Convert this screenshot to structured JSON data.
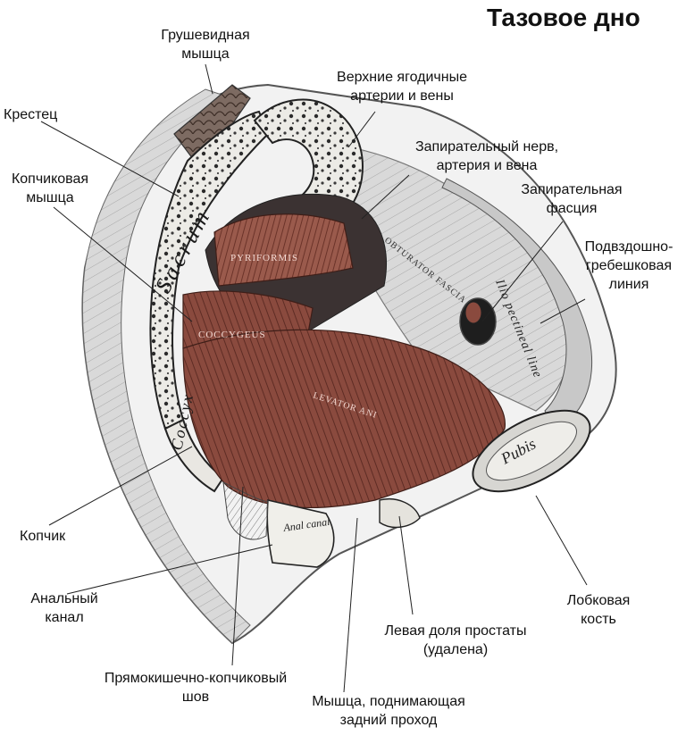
{
  "title": "Тазовое дно",
  "colors": {
    "muscle": "#8a4a3e",
    "muscle_light": "#b7756a",
    "bone": "#e9e7e2",
    "bone_dark": "#2a2a2a",
    "fascia": "#c9c9c9",
    "line": "#222222"
  },
  "labels": {
    "piriformis_muscle": "Грушевидная\nмышца",
    "sacrum_label": "Крестец",
    "coccygeus_muscle": "Копчиковая\nмышца",
    "superior_gluteal": "Верхние ягодичные\nартерии и вены",
    "obturator_nerve": "Запирательный нерв,\nартерия и вена",
    "obturator_fascia": "Запирательная\nфасция",
    "iliopectineal_line": "Подвздошно-\nгребешковая\nлиния",
    "coccyx": "Копчик",
    "anal_canal": "Анальный\nканал",
    "anococcygeal_raphe": "Прямокишечно-копчиковый\nшов",
    "levator_ani": "Мышца, поднимающая\nзадний проход",
    "prostate_left_lobe": "Левая доля простаты\n(удалена)",
    "pubic_bone": "Лобковая\nкость"
  },
  "image_text": {
    "sacrum": "Sacrum",
    "pyriformis": "PYRIFORMIS",
    "coccygeus": "COCCYGEUS",
    "coccyx": "Coccyx",
    "obturator_fascia": "OBTURATOR FASCIA",
    "levator_ani": "LEVATOR ANI",
    "ilio_pectineal_line": "Ilio pectineal line",
    "pubis": "Pubis",
    "anal_canal": "Anal canal"
  }
}
